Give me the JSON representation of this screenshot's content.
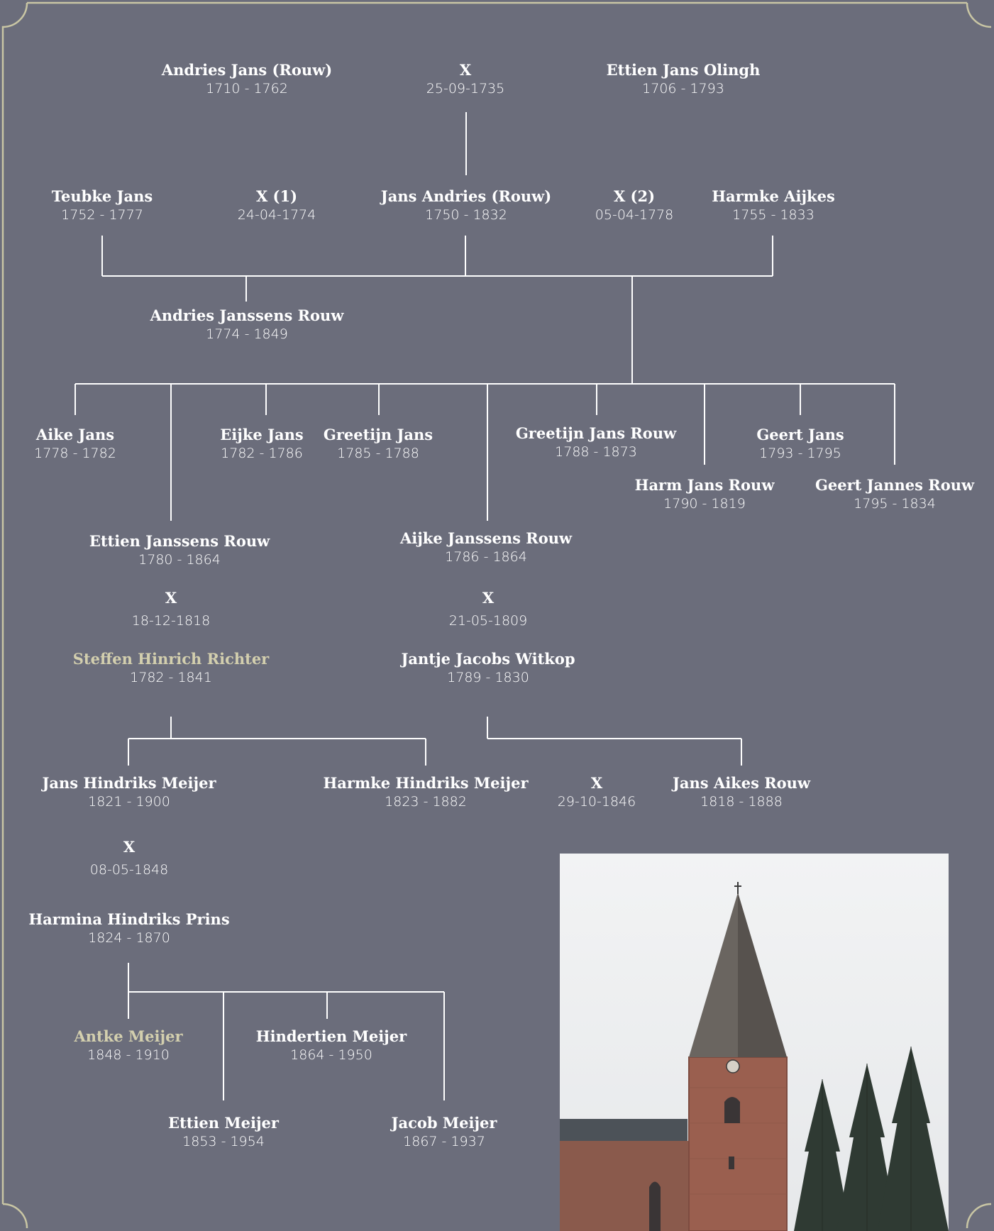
{
  "colors": {
    "background": "#6b6d7b",
    "text": "#ffffff",
    "accent": "#d3cfae",
    "frame": "#c9c6a4"
  },
  "people": {
    "andries_jans": {
      "name": "Andries Jans (Rouw)",
      "dates": "1710 - 1762"
    },
    "ettien_jans_olingh": {
      "name": "Ettien Jans Olingh",
      "dates": "1706 - 1793"
    },
    "teubke_jans": {
      "name": "Teubke Jans",
      "dates": "1752 - 1777"
    },
    "jans_andries": {
      "name": "Jans Andries (Rouw)",
      "dates": "1750 - 1832"
    },
    "harmke_aijkes": {
      "name": "Harmke Aijkes",
      "dates": "1755 - 1833"
    },
    "andries_janssens_rouw": {
      "name": "Andries Janssens Rouw",
      "dates": "1774 - 1849"
    },
    "aike_jans": {
      "name": "Aike Jans",
      "dates": "1778 - 1782"
    },
    "eijke_jans": {
      "name": "Eijke Jans",
      "dates": "1782 - 1786"
    },
    "greetijn_jans": {
      "name": "Greetijn Jans",
      "dates": "1785 - 1788"
    },
    "greetijn_jans_rouw": {
      "name": "Greetijn Jans Rouw",
      "dates": "1788 - 1873"
    },
    "geert_jans": {
      "name": "Geert Jans",
      "dates": "1793 - 1795"
    },
    "harm_jans_rouw": {
      "name": "Harm Jans Rouw",
      "dates": "1790 - 1819"
    },
    "geert_jannes_rouw": {
      "name": "Geert Jannes Rouw",
      "dates": "1795 - 1834"
    },
    "ettien_janssens_rouw": {
      "name": "Ettien Janssens Rouw",
      "dates": "1780 - 1864"
    },
    "aijke_janssens_rouw": {
      "name": "Aijke Janssens Rouw",
      "dates": "1786 - 1864"
    },
    "steffen_hinrich_richter": {
      "name": "Steffen Hinrich Richter",
      "dates": "1782 - 1841"
    },
    "jantje_jacobs_witkop": {
      "name": "Jantje Jacobs Witkop",
      "dates": "1789 - 1830"
    },
    "jans_hindriks_meijer": {
      "name": "Jans Hindriks Meijer",
      "dates": "1821 - 1900"
    },
    "harmke_hindriks_meijer": {
      "name": "Harmke Hindriks Meijer",
      "dates": "1823 - 1882"
    },
    "jans_aikes_rouw": {
      "name": "Jans Aikes Rouw",
      "dates": "1818 - 1888"
    },
    "harmina_hindriks_prins": {
      "name": "Harmina Hindriks Prins",
      "dates": "1824 - 1870"
    },
    "antke_meijer": {
      "name": "Antke Meijer",
      "dates": "1848 - 1910"
    },
    "hindertien_meijer": {
      "name": "Hindertien Meijer",
      "dates": "1864 - 1950"
    },
    "ettien_meijer": {
      "name": "Ettien Meijer",
      "dates": "1853 - 1954"
    },
    "jacob_meijer": {
      "name": "Jacob Meijer",
      "dates": "1867 - 1937"
    }
  },
  "marriages": {
    "m1": {
      "mark": "X",
      "date": "25-09-1735"
    },
    "m2": {
      "mark": "X (1)",
      "date": "24-04-1774"
    },
    "m3": {
      "mark": "X (2)",
      "date": "05-04-1778"
    },
    "m4": {
      "mark": "X",
      "date": "18-12-1818"
    },
    "m5": {
      "mark": "X",
      "date": "21-05-1809"
    },
    "m6": {
      "mark": "X",
      "date": "29-10-1846"
    },
    "m7": {
      "mark": "X",
      "date": "08-05-1848"
    }
  }
}
